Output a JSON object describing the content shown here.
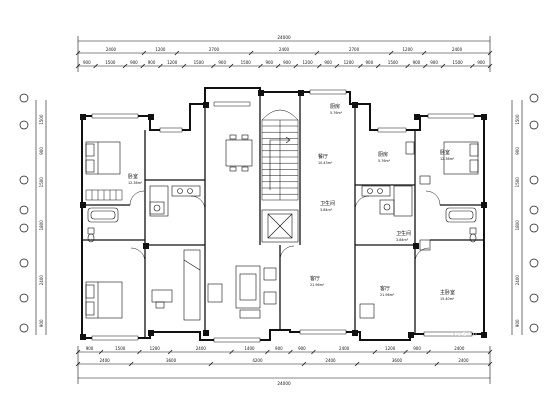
{
  "plan": {
    "top_total": "24000",
    "bottom_total": "24000",
    "top_row1": [
      "2400",
      "1200",
      "2700",
      "2400",
      "2700",
      "1200",
      "2400"
    ],
    "top_row2": [
      "900",
      "1500",
      "900",
      "900",
      "1200",
      "1500",
      "900",
      "1500",
      "900",
      "900",
      "1200",
      "900",
      "1200",
      "900",
      "1500",
      "900",
      "900",
      "1500",
      "900"
    ],
    "bottom_row1": [
      "900",
      "1500",
      "1200",
      "2400",
      "1400",
      "900",
      "900",
      "2400",
      "1200",
      "900",
      "2400"
    ],
    "bottom_row2": [
      "2400",
      "3600",
      "4200",
      "2400",
      "3600",
      "2400"
    ],
    "left_dims": [
      "1500",
      "900",
      "1500",
      "1800",
      "2400",
      "900"
    ],
    "right_dims": [
      "1500",
      "900",
      "1500",
      "1800",
      "2400",
      "900"
    ],
    "rooms": [
      {
        "name": "卧室",
        "area": "12.36m²"
      },
      {
        "name": "餐厅",
        "area": "10.43m²"
      },
      {
        "name": "厨房",
        "area": "5.76m²"
      },
      {
        "name": "卫生间",
        "area": "3.84m²"
      },
      {
        "name": "客厅",
        "area": "21.96m²"
      },
      {
        "name": "卧室",
        "area": "12.36m²"
      },
      {
        "name": "厨房",
        "area": "5.76m²"
      },
      {
        "name": "卫生间",
        "area": "3.84m²"
      },
      {
        "name": "客厅",
        "area": "21.96m²"
      },
      {
        "name": "主卧室",
        "area": "15.40m²"
      }
    ],
    "watermark": "xuzhu"
  }
}
